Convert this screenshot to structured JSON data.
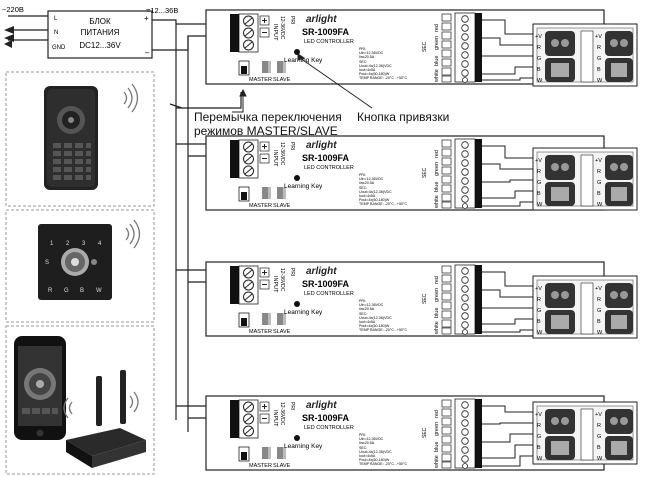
{
  "mains": {
    "voltage": "~220B",
    "out_voltage": "=12...36B"
  },
  "psu": {
    "line1": "БЛОК",
    "line2": "ПИТАНИЯ",
    "line3": "DC12...36V",
    "pin_l": "L",
    "pin_n": "N",
    "pin_gnd": "GND",
    "plus": "+",
    "minus": "–"
  },
  "controller": {
    "brand": "arlight",
    "model": "SR-1009FA",
    "subtitle": "LED CONTROLLER",
    "learning_key": "Learning Key",
    "input_label": "INPUT",
    "input_range": "12-36VDC",
    "pri": "PRI",
    "sec": "SEC",
    "master": "MASTER",
    "slave": "SLAVE",
    "spec": [
      "PRI:",
      "Uin=12-36VDC",
      "Iin≤20.5A",
      "SEC:",
      "Uout=4x(12-36)VDC",
      "Iout=4x5A",
      "Pout=4x(60-180)W",
      "TEMP RANGE: -20°C...+50°C"
    ],
    "channels": [
      "red",
      "green",
      "blue",
      "white"
    ]
  },
  "strip": {
    "pins": [
      "+V",
      "R",
      "G",
      "B",
      "W"
    ]
  },
  "callouts": {
    "jumper_line1": "Перемычка переключения",
    "jumper_line2": "режимов MASTER/SLAVE",
    "key": "Кнопка привязки"
  },
  "remotes": {
    "wall_panel_numbers": [
      "1",
      "2",
      "3",
      "4"
    ],
    "wall_panel_letters": [
      "S",
      "R",
      "G",
      "B",
      "W"
    ]
  }
}
